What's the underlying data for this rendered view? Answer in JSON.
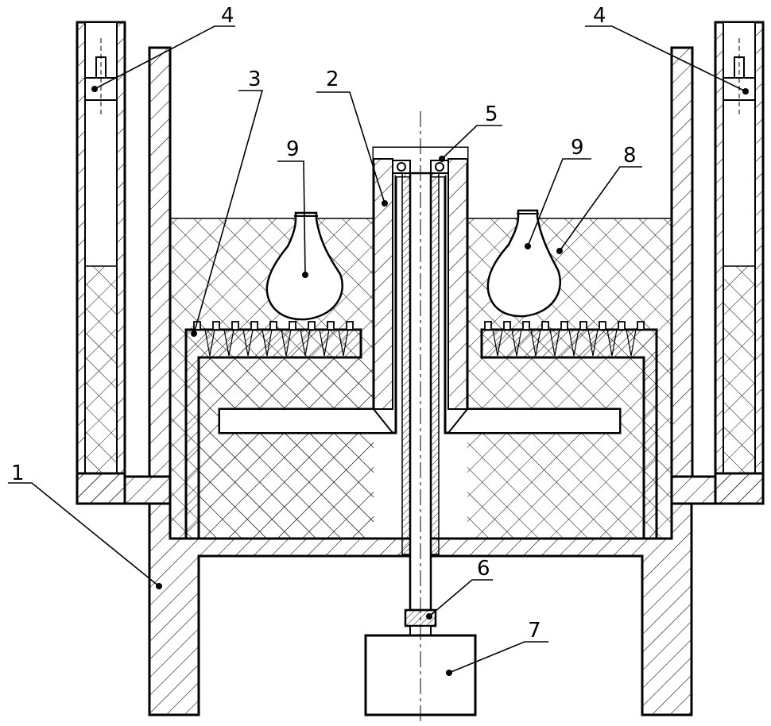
{
  "labels": {
    "housing": "1",
    "pipe": "2",
    "stand": "3",
    "level_left": "4",
    "level_right": "4",
    "bearing": "5",
    "coupling": "6",
    "motor": "7",
    "medium": "8",
    "workpiece_left": "9",
    "workpiece_right": "9"
  },
  "colors": {
    "line": "#000000",
    "background": "#ffffff"
  }
}
